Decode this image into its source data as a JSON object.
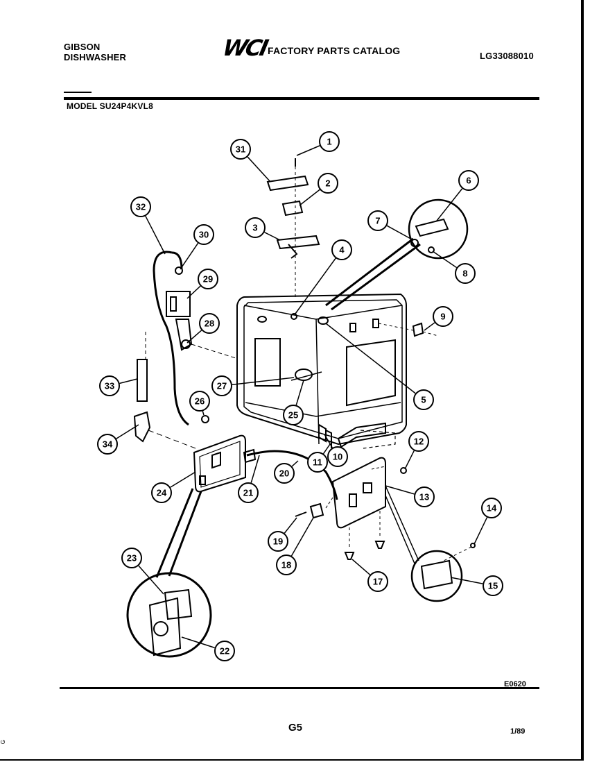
{
  "header": {
    "brand_line1": "GIBSON",
    "brand_line2": "DISHWASHER",
    "logo_text": "WCI",
    "catalog_title": "FACTORY PARTS CATALOG",
    "doc_number": "LG33088010",
    "model_label": "MODEL SU24P4KVL8"
  },
  "footer": {
    "diagram_code": "E0620",
    "page": "G5",
    "date_code": "1/89",
    "side_mark": "G"
  },
  "callouts": [
    "1",
    "2",
    "3",
    "4",
    "5",
    "6",
    "7",
    "8",
    "9",
    "10",
    "11",
    "12",
    "13",
    "14",
    "15",
    "17",
    "18",
    "19",
    "20",
    "21",
    "22",
    "23",
    "24",
    "25",
    "26",
    "27",
    "28",
    "29",
    "30",
    "31",
    "32",
    "33",
    "34"
  ]
}
